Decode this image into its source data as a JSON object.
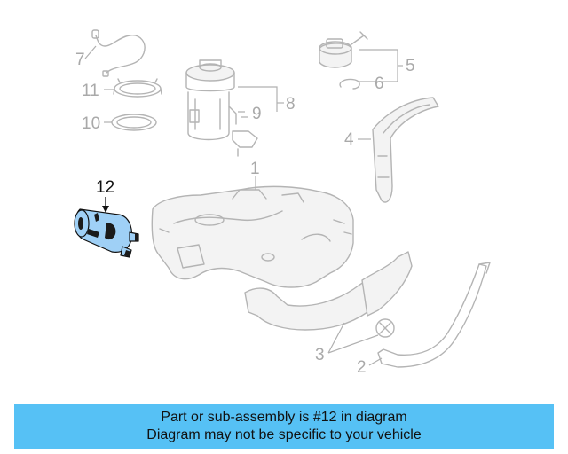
{
  "callouts": {
    "c1": "1",
    "c2": "2",
    "c3": "3",
    "c4": "4",
    "c5": "5",
    "c6": "6",
    "c7": "7",
    "c8": "8",
    "c9": "9",
    "c10": "10",
    "c11": "11",
    "c12": "12"
  },
  "highlighted_part": "12",
  "colors": {
    "highlight": "#9fd0f6",
    "banner": "#56c1f5",
    "ghost_line": "#b4b4b4"
  },
  "banner": {
    "line1": "Part or sub-assembly is #12 in diagram",
    "line2": "Diagram may not be specific to your vehicle"
  }
}
